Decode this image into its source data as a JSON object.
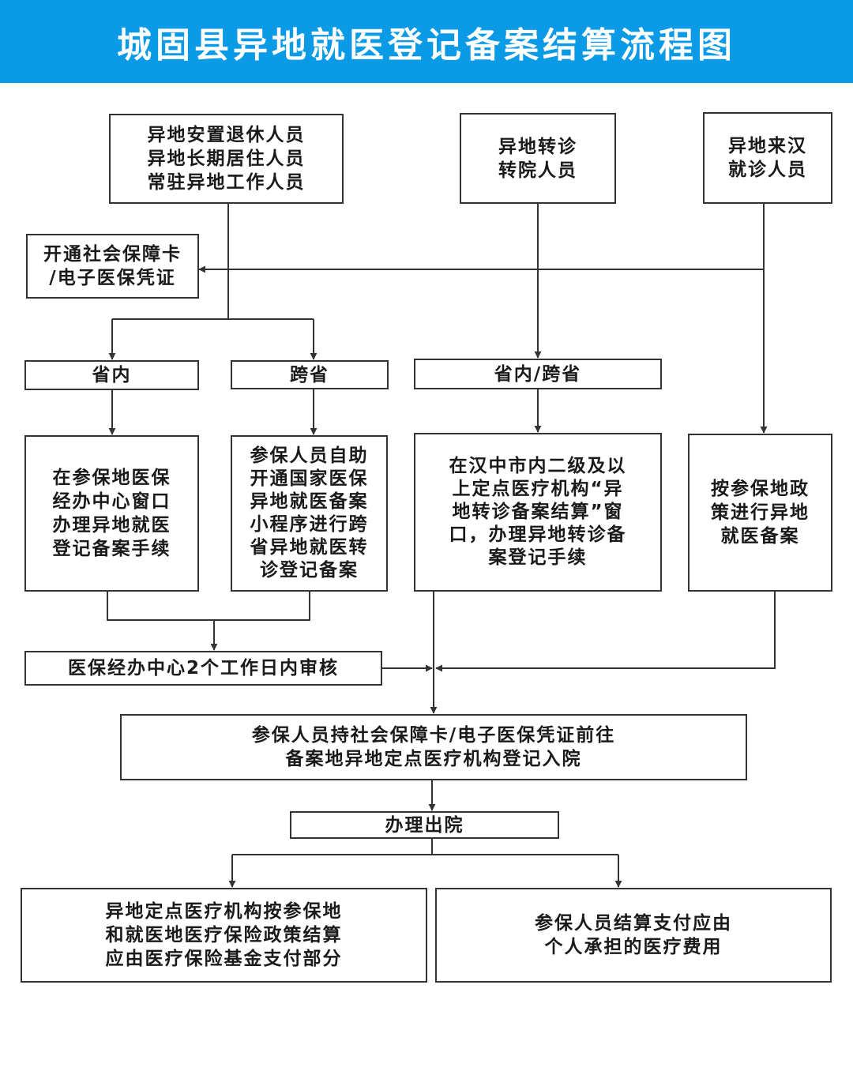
{
  "title": "城固县异地就医登记备案结算流程图",
  "colors": {
    "banner": "#0b9be6",
    "title_text": "#ffffff",
    "line": "#333333"
  },
  "groups": {
    "relocated": "异地安置退休人员\n异地长期居住人员\n常驻异地工作人员",
    "referral": "异地转诊\n转院人员",
    "visiting": "异地来汉\n就诊人员"
  },
  "steps": {
    "open_card": "开通社会保障卡\n/电子医保凭证",
    "in_province": "省内",
    "cross_province": "跨省",
    "in_or_cross": "省内/跨省",
    "in_province_action": "在参保地医保\n经办中心窗口\n办理异地就医\n登记备案手续",
    "cross_province_action": "参保人员自助\n开通国家医保\n异地就医备案\n小程序进行跨\n省异地就医转\n诊登记备案",
    "referral_action": "在汉中市内二级及以\n上定点医疗机构“异\n地转诊备案结算”窗\n口，办理异地转诊备\n案登记手续",
    "visiting_action": "按参保地政\n策进行异地\n就医备案",
    "review": "医保经办中心2个工作日内审核",
    "admission": "参保人员持社会保障卡/电子医保凭证前往\n备案地异地定点医疗机构登记入院",
    "discharge": "办理出院",
    "hospital_settle": "异地定点医疗机构按参保地\n和就医地医疗保险政策结算\n应由医疗保险基金支付部分",
    "personal_pay": "参保人员结算支付应由\n个人承担的医疗费用"
  }
}
